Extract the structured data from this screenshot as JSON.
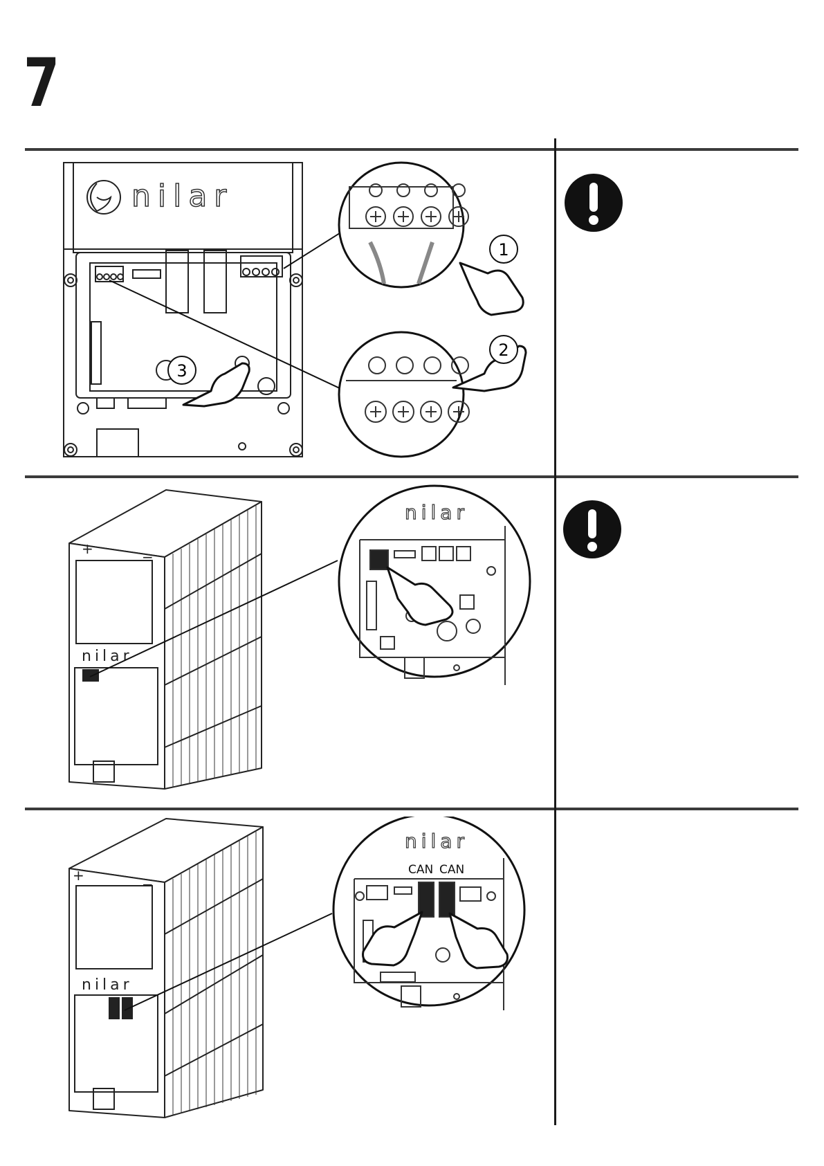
{
  "page": {
    "step_number": "7"
  },
  "panel1": {
    "brand": "nilar",
    "callouts": [
      "1",
      "2",
      "3"
    ]
  },
  "panel2": {
    "brand": "nilar"
  },
  "panel3": {
    "brand": "nilar",
    "port_labels": [
      "CAN",
      "CAN"
    ]
  },
  "icons": {
    "warning": "exclamation-warning-icon",
    "hand": "pointing-hand-icon"
  },
  "colors": {
    "line": "#1a1a1a",
    "warning_fill": "#111111"
  }
}
